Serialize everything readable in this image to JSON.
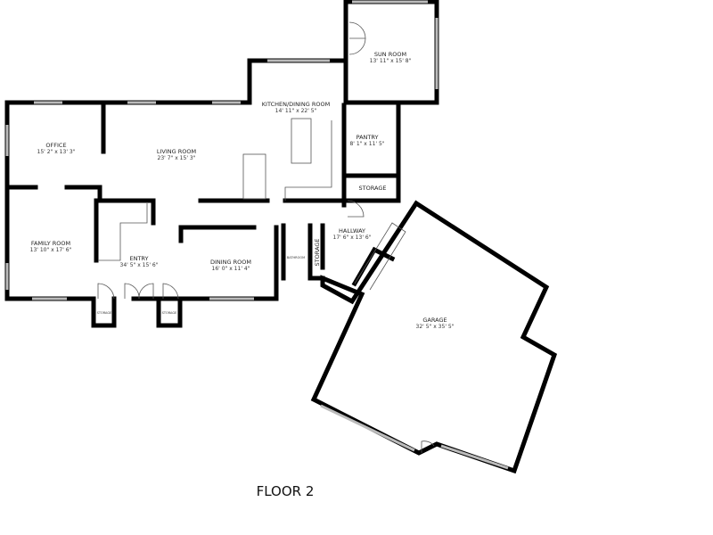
{
  "floor_label": "FLOOR 2",
  "rooms": {
    "sun_room": {
      "name": "SUN ROOM",
      "dims": "13' 11\" x 15' 8\""
    },
    "kitchen": {
      "name": "KITCHEN/DINING ROOM",
      "dims": "14' 11\" x 22' 5\""
    },
    "pantry": {
      "name": "PANTRY",
      "dims": "8' 1\" x 11' 5\""
    },
    "office": {
      "name": "OFFICE",
      "dims": "15' 2\" x 13' 3\""
    },
    "living_room": {
      "name": "LIVING ROOM",
      "dims": "23' 7\" x 15' 3\""
    },
    "storage_upper": {
      "name": "STORAGE"
    },
    "hallway": {
      "name": "HALLWAY",
      "dims": "17' 6\" x 13' 6\""
    },
    "family_room": {
      "name": "FAMILY ROOM",
      "dims": "13' 10\" x 17' 6\""
    },
    "entry": {
      "name": "ENTRY",
      "dims": "34' 5\" x 15' 6\""
    },
    "dining_room": {
      "name": "DINING ROOM",
      "dims": "16' 0\" x 11' 4\""
    },
    "bathroom": {
      "name": "BATHROOM"
    },
    "storage_hall": {
      "name": "STORAGE"
    },
    "storage_left": {
      "name": "STORAGE"
    },
    "storage_right": {
      "name": "STORAGE"
    },
    "garage": {
      "name": "GARAGE",
      "dims": "32' 5\" x 35' 5\""
    }
  }
}
